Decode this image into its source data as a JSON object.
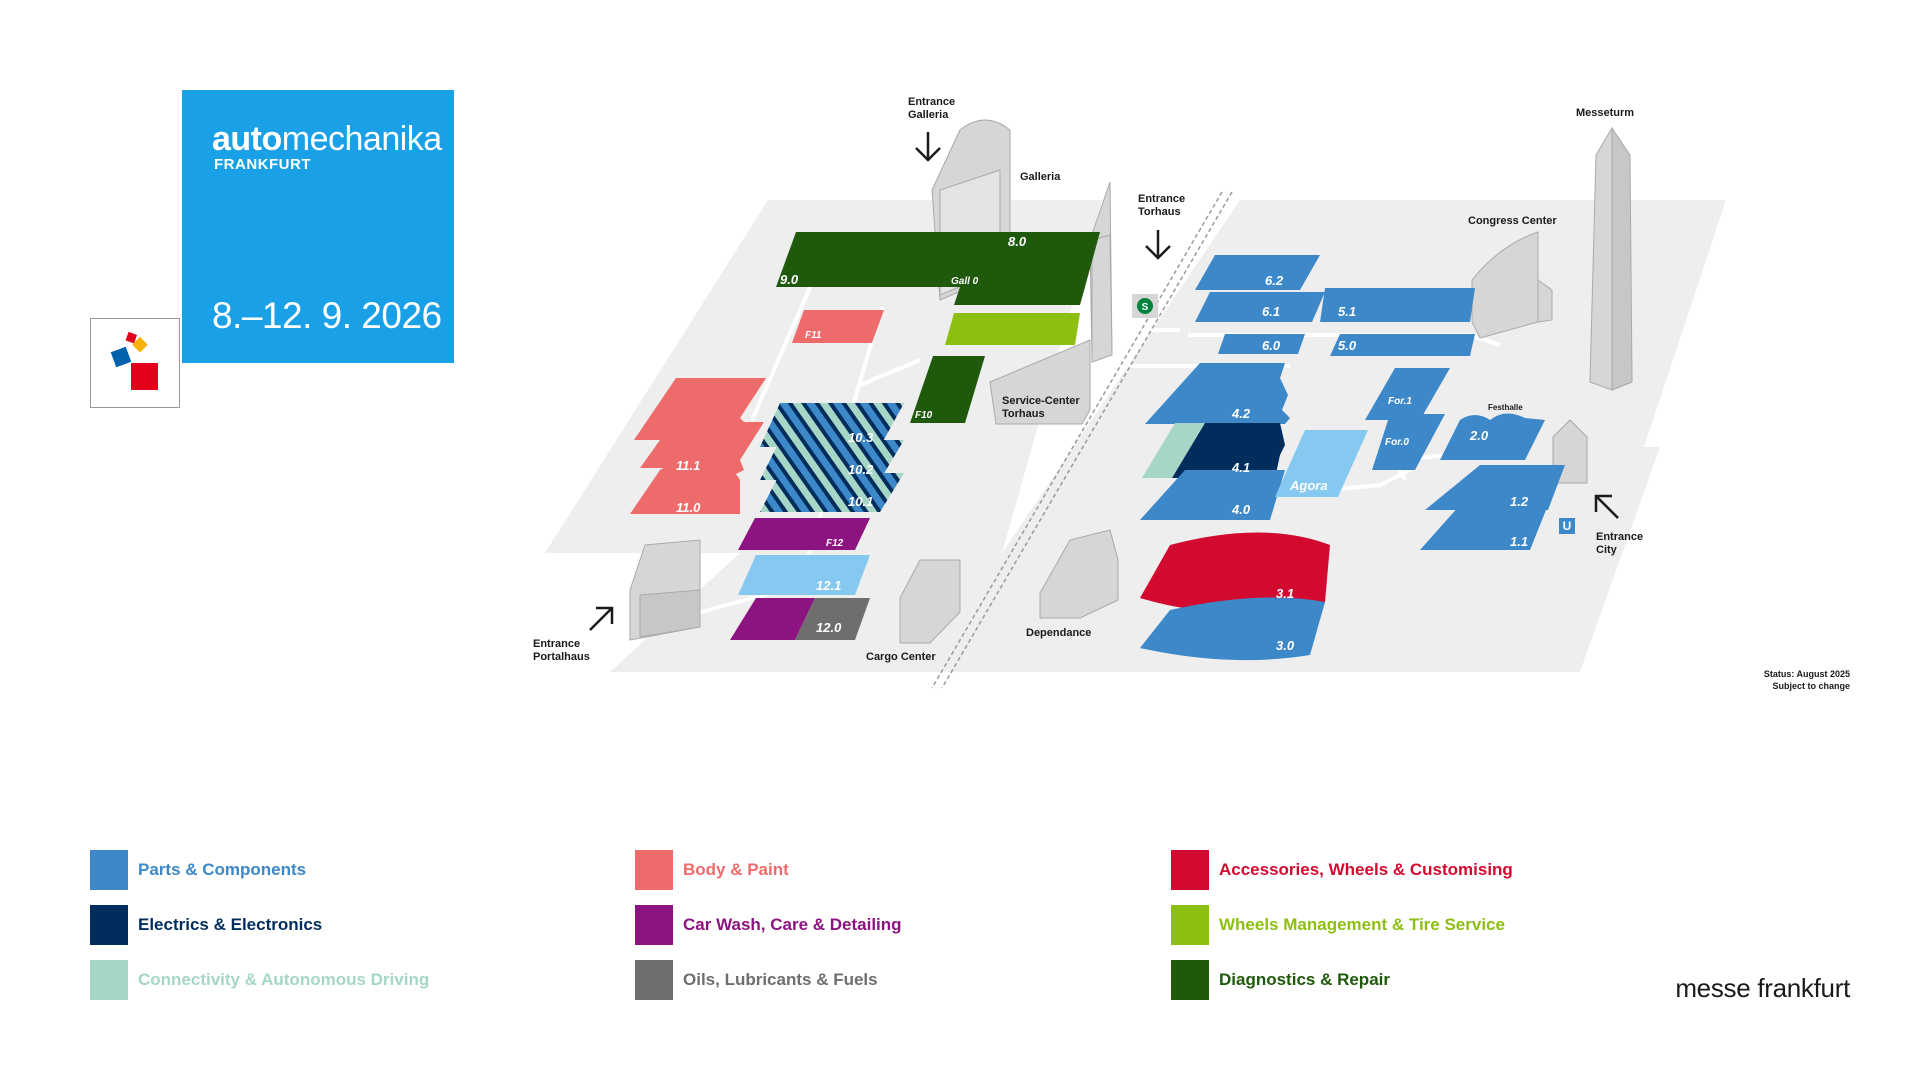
{
  "event": {
    "brand_bold": "auto",
    "brand_light": "mechanika",
    "city": "FRANKFURT",
    "dates": "8.–12. 9. 2026"
  },
  "map_labels": {
    "entrance_galleria": [
      "Entrance",
      "Galleria"
    ],
    "galleria": "Galleria",
    "entrance_torhaus": [
      "Entrance",
      "Torhaus"
    ],
    "messeturm": "Messeturm",
    "congress_center": "Congress Center",
    "service_center": [
      "Service-Center",
      "Torhaus"
    ],
    "festhalle": "Festhalle",
    "entrance_city": [
      "Entrance",
      "City"
    ],
    "entrance_portalhaus": [
      "Entrance",
      "Portalhaus"
    ],
    "cargo_center": "Cargo Center",
    "dependance": "Dependance",
    "s_bahn": "S",
    "u_bahn": "U"
  },
  "halls": {
    "h9_0": "9.0",
    "h8_0": "8.0",
    "gall0": "Gall 0",
    "f11": "F11",
    "f10": "F10",
    "h11_1": "11.1",
    "h11_0": "11.0",
    "h10_3": "10.3",
    "h10_2": "10.2",
    "h10_1": "10.1",
    "f12": "F12",
    "h12_1": "12.1",
    "h12_0": "12.0",
    "h6_2": "6.2",
    "h6_1": "6.1",
    "h6_0": "6.0",
    "h5_1": "5.1",
    "h5_0": "5.0",
    "h4_2": "4.2",
    "h4_1": "4.1",
    "h4_0": "4.0",
    "agora": "Agora",
    "for1": "For.1",
    "for0": "For.0",
    "h2_0": "2.0",
    "h1_2": "1.2",
    "h1_1": "1.1",
    "h3_1": "3.1",
    "h3_0": "3.0"
  },
  "status": [
    "Status: August 2025",
    "Subject to change"
  ],
  "legend": [
    {
      "label": "Parts & Components",
      "color": "#3d88c9"
    },
    {
      "label": "Electrics & Electronics",
      "color": "#002d5c"
    },
    {
      "label": "Connectivity & Autonomous Driving",
      "color": "#a6d6c5"
    },
    {
      "label": "Body & Paint",
      "color": "#ee6b6b"
    },
    {
      "label": "Car Wash, Care & Detailing",
      "color": "#8c1380"
    },
    {
      "label": "Oils, Lubricants & Fuels",
      "color": "#6e6e6e"
    },
    {
      "label": "Accessories, Wheels & Customising",
      "color": "#d20a30"
    },
    {
      "label": "Wheels Management & Tire Service",
      "color": "#8dbf12"
    },
    {
      "label": "Diagnostics & Repair",
      "color": "#1f5a0c"
    }
  ],
  "colors": {
    "logo_blue": "#1aa0e6",
    "ground": "#eeeeee",
    "building": "#d6d6d6",
    "light_blue": "#85c9f0"
  },
  "footer_brand": "messe frankfurt"
}
